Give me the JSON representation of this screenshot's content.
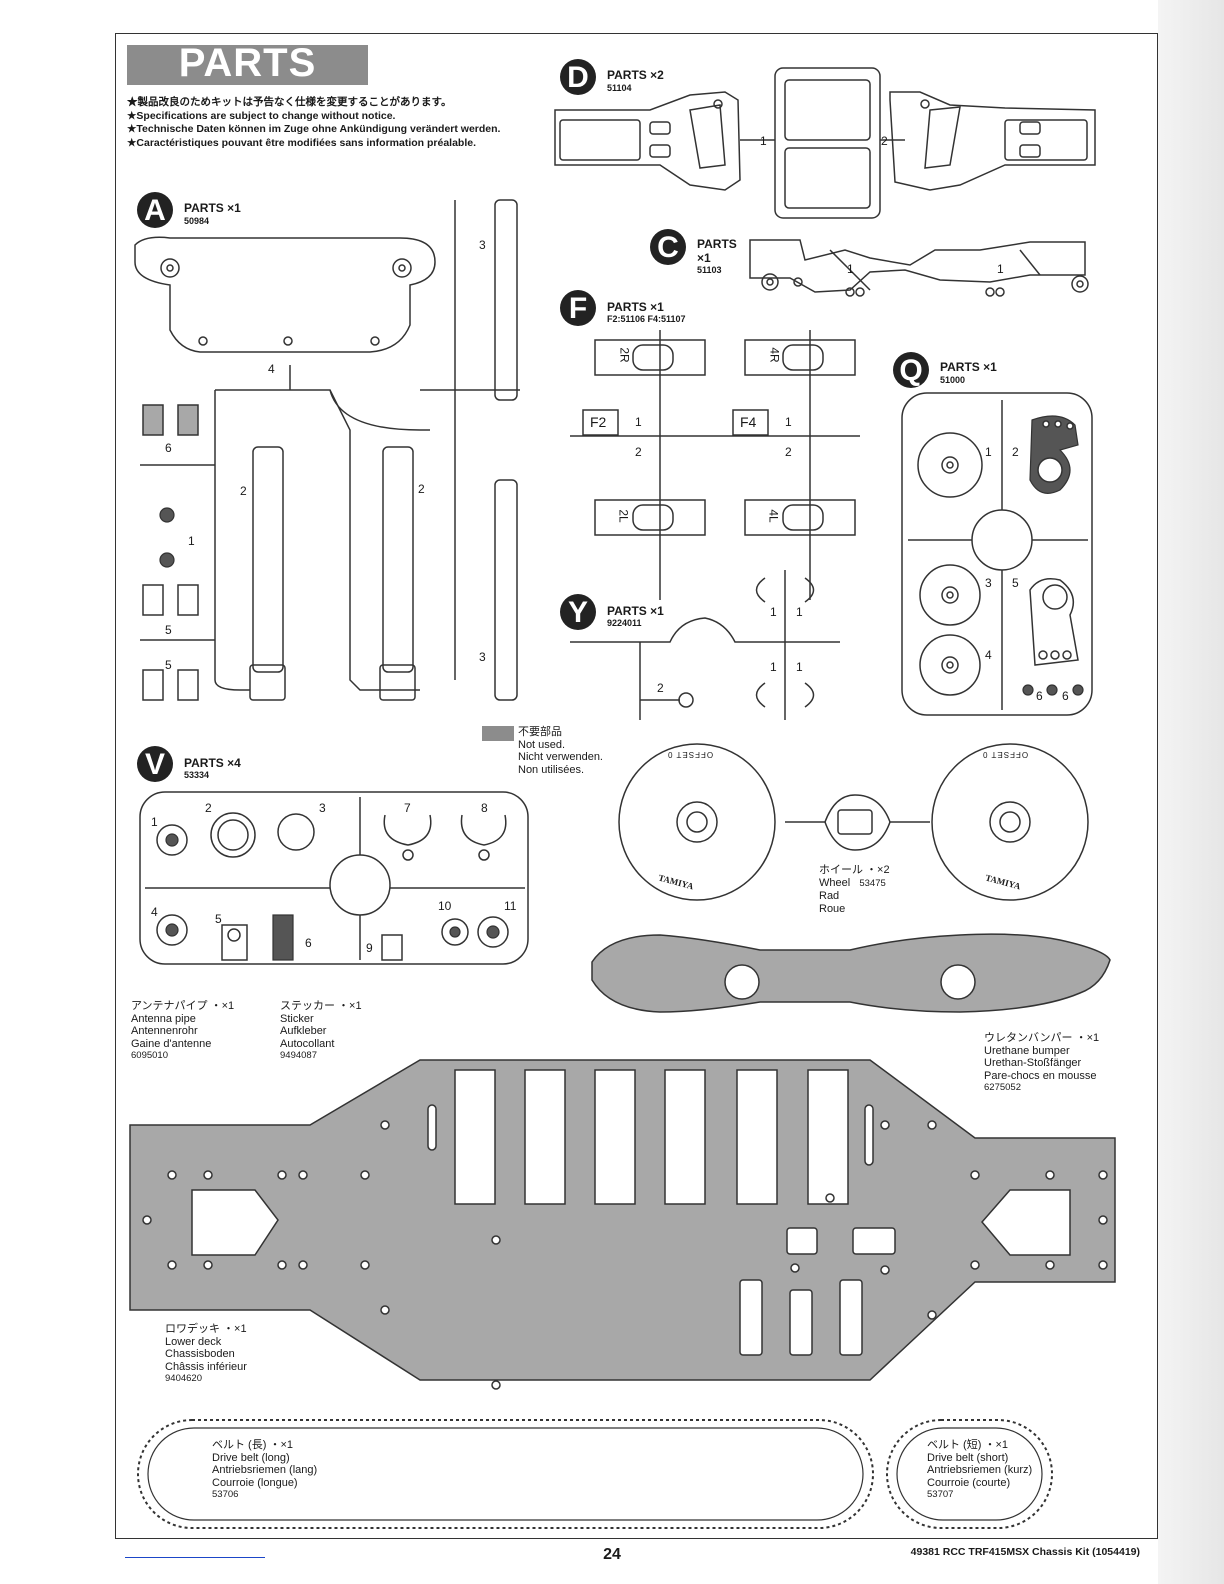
{
  "header": {
    "title": "PARTS",
    "notes": [
      "★製品改良のためキットは予告なく仕様を変更することがあります。",
      "★Specifications are subject to change without notice.",
      "★Technische Daten können im Zuge ohne Ankündigung verändert werden.",
      "★Caractéristiques pouvant être modifiées sans information préalable."
    ]
  },
  "trees": {
    "A": {
      "letter": "A",
      "qty": "PARTS ×1",
      "partno": "50984"
    },
    "D": {
      "letter": "D",
      "qty": "PARTS ×2",
      "partno": "51104"
    },
    "C": {
      "letter": "C",
      "qty_line1": "PARTS",
      "qty_line2": "×1",
      "partno": "51103"
    },
    "F": {
      "letter": "F",
      "qty": "PARTS ×1",
      "partno": "F2:51106  F4:51107"
    },
    "Q": {
      "letter": "Q",
      "qty": "PARTS ×1",
      "partno": "51000"
    },
    "Y": {
      "letter": "Y",
      "qty": "PARTS ×1",
      "partno": "9224011"
    },
    "V": {
      "letter": "V",
      "qty": "PARTS ×4",
      "partno": "53334"
    }
  },
  "part_numbers": {
    "d1": "1",
    "d2": "2",
    "c1a": "1",
    "c1b": "1",
    "f_2r": "2R",
    "f_4r": "4R",
    "f_2l": "2L",
    "f_4l": "4L",
    "f_f2": "F2",
    "f_f4": "F4",
    "f1a": "1",
    "f1b": "1",
    "f2a": "2",
    "f2b": "2",
    "a2a": "2",
    "a2b": "2",
    "a3a": "3",
    "a3b": "3",
    "a4": "4",
    "a6": "6",
    "a1": "1",
    "a5a": "5",
    "a5b": "5",
    "q1": "1",
    "q2": "2",
    "q3": "3",
    "q5": "5",
    "q4": "4",
    "q6a": "6",
    "q6b": "6",
    "y1a": "1",
    "y1b": "1",
    "y1c": "1",
    "y1d": "1",
    "y2": "2",
    "v1": "1",
    "v2": "2",
    "v3": "3",
    "v7": "7",
    "v8": "8",
    "v4": "4",
    "v5": "5",
    "v6": "6",
    "v9": "9",
    "v10": "10",
    "v11": "11"
  },
  "unused": {
    "line1": "不要部品",
    "line2": "Not used.",
    "line3": "Nicht verwenden.",
    "line4": "Non utilisées."
  },
  "wheel": {
    "offset_text": "OFFSET 0",
    "brand_text": "TAMIYA",
    "jp": "ホイール ・×2",
    "en": "Wheel",
    "code": "53475",
    "de": "Rad",
    "fr": "Roue"
  },
  "antenna": {
    "jp": "アンテナパイプ ・×1",
    "en": "Antenna pipe",
    "de": "Antennenrohr",
    "fr": "Gaine d'antenne",
    "code": "6095010"
  },
  "sticker": {
    "jp": "ステッカー ・×1",
    "en": "Sticker",
    "de": "Aufkleber",
    "fr": "Autocollant",
    "code": "9494087"
  },
  "bumper": {
    "jp": "ウレタンバンパー ・×1",
    "en": "Urethane bumper",
    "de": "Urethan-Stoßfänger",
    "fr": "Pare-chocs en mousse",
    "code": "6275052"
  },
  "deck": {
    "jp": "ロワデッキ ・×1",
    "en": "Lower deck",
    "de": "Chassisboden",
    "fr": "Châssis inférieur",
    "code": "9404620"
  },
  "belt_long": {
    "jp": "ベルト (長) ・×1",
    "en": "Drive belt (long)",
    "de": "Antriebsriemen (lang)",
    "fr": "Courroie (longue)",
    "code": "53706"
  },
  "belt_short": {
    "jp": "ベルト (短) ・×1",
    "en": "Drive belt (short)",
    "de": "Antriebsriemen (kurz)",
    "fr": "Courroie (courte)",
    "code": "53707"
  },
  "footer": {
    "page": "24",
    "kit": "49381  RCC TRF415MSX Chassis Kit (1054419)"
  }
}
